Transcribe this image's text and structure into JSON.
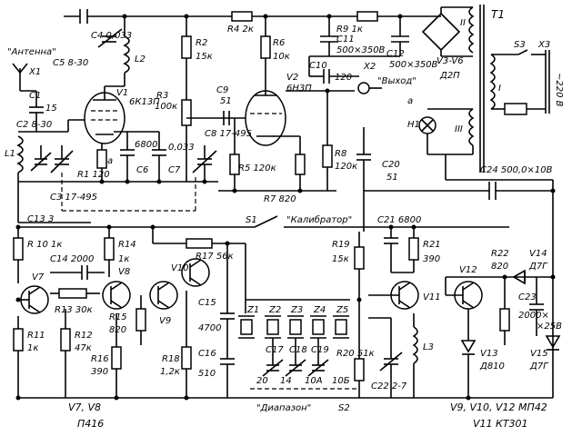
{
  "labels": {
    "antenna": "\"Антенна\"",
    "x1": "X1",
    "c1": "C1",
    "c1v": "15",
    "c2": "C2 8-30",
    "c4": "C4 0,033",
    "c5": "C5 8-30",
    "l1": "L1",
    "l2": "L2",
    "v1": "V1",
    "v1t": "6К13П",
    "r1": "R1 120",
    "a1": "a",
    "c6": "C6",
    "c6v": "6800",
    "c7": "C7",
    "c7v": "0,033",
    "r2": "R2",
    "r2v": "15к",
    "r3": "R3",
    "r3v": "100к",
    "c8": "C8 17-495",
    "c3": "C3 17-495",
    "c13": "C13 3",
    "r4": "R4 2к",
    "r6": "R6",
    "r6v": "10к",
    "c9": "C9",
    "c9v": "51",
    "v2": "V2",
    "v2t": "6Н3П",
    "r5": "R5 120к",
    "r7": "R7 820",
    "r8": "R8",
    "r8v": "120к",
    "c10": "C10",
    "c10v": "120",
    "x2": "X2",
    "out": "\"Выход\"",
    "r9": "R9 1к",
    "c11": "C11",
    "c11v": "500×350В",
    "c12": "C12",
    "c12v": "500×350В",
    "diodes": "V3-V6",
    "diodest": "Д2П",
    "t1": "Т1",
    "w2": "II",
    "w1": "I",
    "w3": "III",
    "s3": "S3",
    "x3": "X3",
    "mains": "~220 В",
    "h1": "H1",
    "a2": "a",
    "c20": "C20",
    "c20v": "51",
    "c24": "C24 500,0×10В",
    "s1": "S1",
    "calib": "\"Калибратор\"",
    "r10": "R 10 1к",
    "c14": "C14 2000",
    "r14": "R14",
    "r14v": "1к",
    "v7": "V7",
    "v8": "V8",
    "r13": "R13 30к",
    "r11": "R11",
    "r11v": "1к",
    "r12": "R12",
    "r12v": "47к",
    "r15": "R15",
    "r15v": "820",
    "r16": "R16",
    "r16v": "390",
    "v9": "V9",
    "v10": "V10",
    "r17": "R17 56к",
    "c15": "C15",
    "c15v": "4700",
    "c16": "C16",
    "c16v": "510",
    "r18": "R18",
    "r18v": "1,2к",
    "z1": "Z1",
    "z2": "Z2",
    "z3": "Z3",
    "z4": "Z4",
    "z5": "Z5",
    "c17": "C17",
    "c18": "C18",
    "c19": "C19",
    "r20": "R20 51к",
    "r19": "R19",
    "r19v": "15к",
    "c21": "C21 6800",
    "r21": "R21",
    "r21v": "390",
    "v11": "V11",
    "l3": "L3",
    "c22": "C22 2-7",
    "v12": "V12",
    "r22": "R22",
    "r22v": "820",
    "v14": "V14",
    "v14t": "Д7Г",
    "c23": "C23",
    "c23v": "2000×",
    "c23v2": "×25В",
    "v13": "V13",
    "v13t": "Д810",
    "v15": "V15",
    "v15t": "Д7Г",
    "band20": "20",
    "band14": "14",
    "band10a": "10А",
    "band10b": "10Б",
    "range": "\"Диапазон\"",
    "s2": "S2",
    "note1": "V7, V8",
    "note1t": "П416",
    "note2": "V9, V10, V12 МП42",
    "note3": "V11  КТ301"
  }
}
